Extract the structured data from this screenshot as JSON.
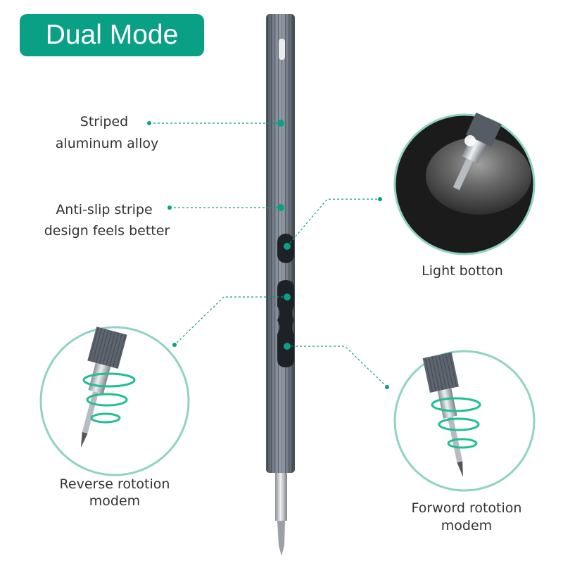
{
  "title": "Dual Mode",
  "callouts": {
    "striped": [
      "Striped",
      "aluminum alloy"
    ],
    "antislip": [
      "Anti-slip stripe",
      "design feels better"
    ],
    "light": [
      "Light botton"
    ],
    "reverse": [
      "Reverse rototion",
      "modem"
    ],
    "forward": [
      "Forword rototion",
      "modem"
    ]
  },
  "colors": {
    "accent": "#0aa086",
    "circle_border": "#8fd3c3",
    "body": "#5d6670",
    "text": "#333333"
  }
}
